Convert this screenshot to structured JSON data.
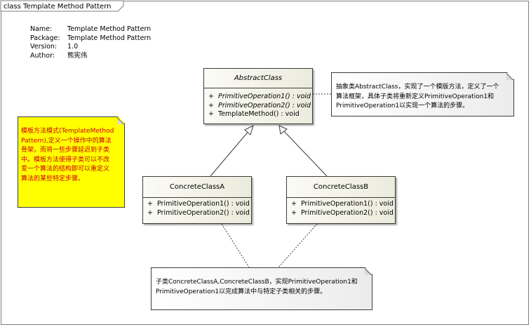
{
  "frame": {
    "title": "class Template Method Pattern"
  },
  "meta": [
    {
      "key": "Name:",
      "value": "Template Method Pattern"
    },
    {
      "key": "Package:",
      "value": "Template Method Pattern"
    },
    {
      "key": "Version:",
      "value": "1.0"
    },
    {
      "key": "Author:",
      "value": "熊宪伟"
    }
  ],
  "classes": {
    "abstract": {
      "name": "AbstractClass",
      "ops": [
        {
          "vis": "+",
          "sig": "PrimitiveOperation1() : void"
        },
        {
          "vis": "+",
          "sig": "PrimitiveOperation2() : void"
        },
        {
          "vis": "+",
          "sig": "TemplateMethod() : void"
        }
      ]
    },
    "concrete_a": {
      "name": "ConcreteClassA",
      "ops": [
        {
          "vis": "+",
          "sig": "PrimitiveOperation1() : void"
        },
        {
          "vis": "+",
          "sig": "PrimitiveOperation2() : void"
        }
      ]
    },
    "concrete_b": {
      "name": "ConcreteClassB",
      "ops": [
        {
          "vis": "+",
          "sig": "PrimitiveOperation1() : void"
        },
        {
          "vis": "+",
          "sig": "PrimitiveOperation2() : void"
        }
      ]
    }
  },
  "notes": {
    "right": [
      "抽象类AbstractClass，实现了一个模版方法，定义了一个",
      "算法框架，具体子类将重新定义PrimitiveOperation1和",
      "PrimitiveOperation1以实现一个算法的步骤。"
    ],
    "left": [
      "模板方法模式(TemplateMethod",
      "Pattern),定义一个操作中的算法",
      "骨架，而将一些步骤延迟到子类",
      "中。模板方法使得子类可以不改",
      "变一个算法的结构即可以重定义",
      "算法的某些特定步骤。"
    ],
    "bottom": [
      "子类ConcreteClassA,ConcreteClassB，实现PrimitiveOperation1和",
      "PrimitiveOperation1以完成算法中与特定子类相关的步骤。"
    ]
  },
  "colors": {
    "frame": "#7f7f7f",
    "class_border": "#3c3c3c",
    "note_yellow": "#ffff00",
    "note_red_text": "#cc0000"
  }
}
